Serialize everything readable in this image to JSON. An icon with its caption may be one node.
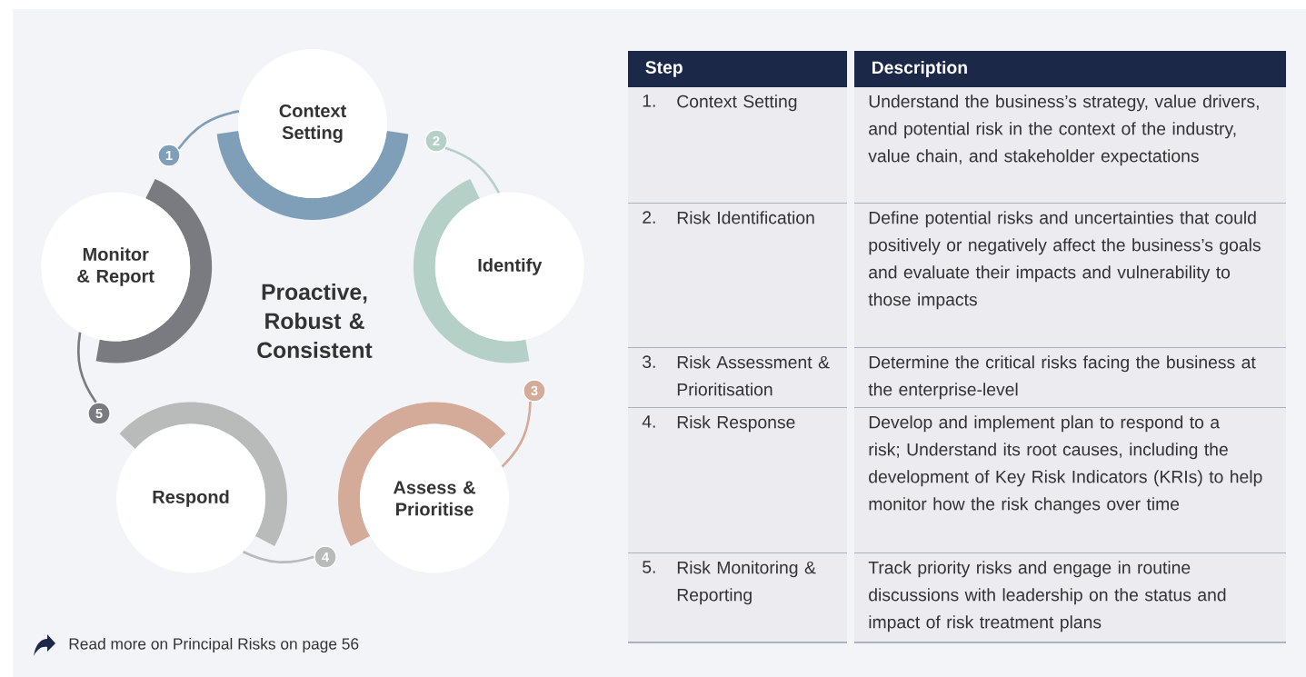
{
  "diagram": {
    "nodes": [
      {
        "text": [
          "Context Setting"
        ]
      },
      {
        "text": [
          "Identify"
        ]
      },
      {
        "text": [
          "Assess & Prioritise"
        ]
      },
      {
        "text": [
          "Respond"
        ]
      },
      {
        "text": [
          "Monitor & Report"
        ]
      },
      {
        "text": [
          "1"
        ]
      },
      {
        "text": [
          "2"
        ]
      },
      {
        "text": [
          "3"
        ]
      },
      {
        "text": [
          "4"
        ]
      },
      {
        "text": [
          "5"
        ]
      }
    ],
    "edges": [
      {
        "from": 5,
        "to": 0,
        "arrow": "none",
        "color": "#7f9fb8"
      },
      {
        "from": 6,
        "to": 1,
        "arrow": "none",
        "color": "#b5d1c7"
      },
      {
        "from": 7,
        "to": 2,
        "arrow": "none",
        "color": "#d3ab98"
      },
      {
        "from": 8,
        "to": 3,
        "arrow": "none",
        "color": "#b9baba"
      },
      {
        "from": 9,
        "to": 4,
        "arrow": "none",
        "color": "#7a7b80"
      }
    ],
    "labels": [
      "Proactive, Robust & Consistent",
      "Step",
      "Description",
      "1.",
      "Context Setting",
      "Understand the business’s strategy, value drivers, and potential risk in the context of the industry, value chain, and stakeholder expectations",
      "2.",
      "Risk Identification",
      "Define potential risks and uncertainties that could positively or negatively affect the business’s goals and evaluate their impacts and vulnerability to those impacts",
      "3.",
      "Risk Assessment & Prioritisation",
      "Determine the critical risks facing the business at the enterprise-level",
      "4.",
      "Risk Response",
      "Develop and implement plan to respond to a risk; Understand its root causes, including the development of Key Risk Indicators (KRIs) to help monitor how the risk changes over time",
      "5.",
      "Risk Monitoring & Reporting",
      "Track priority risks and engage in routine discussions with leadership on the status and impact of risk treatment plans",
      "Read more on Principal Risks on page 56"
    ]
  }
}
